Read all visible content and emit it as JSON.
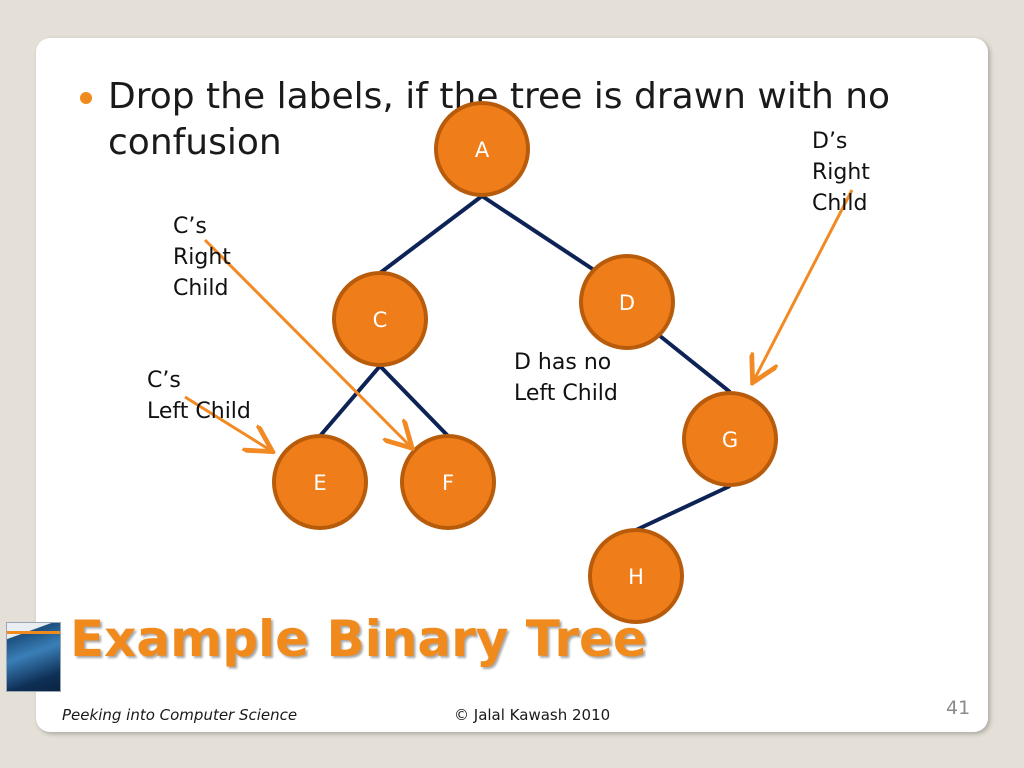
{
  "slide": {
    "bullet_text": "Drop the labels, if the tree is drawn with no confusion",
    "title": "Example Binary Tree",
    "footer_left": "Peeking into Computer Science",
    "footer_center": "© Jalal Kawash 2010",
    "page_number": "41"
  },
  "tree": {
    "nodes": [
      {
        "id": "A",
        "label": "A"
      },
      {
        "id": "C",
        "label": "C"
      },
      {
        "id": "D",
        "label": "D"
      },
      {
        "id": "E",
        "label": "E"
      },
      {
        "id": "F",
        "label": "F"
      },
      {
        "id": "G",
        "label": "G"
      },
      {
        "id": "H",
        "label": "H"
      }
    ],
    "edges": [
      {
        "from": "A",
        "to": "C"
      },
      {
        "from": "A",
        "to": "D"
      },
      {
        "from": "C",
        "to": "E"
      },
      {
        "from": "C",
        "to": "F"
      },
      {
        "from": "D",
        "to": "G"
      },
      {
        "from": "G",
        "to": "H"
      }
    ],
    "node_fill": "#ef7d1a",
    "node_stroke": "#b85c0c",
    "edge_color": "#0d2356"
  },
  "annotations": {
    "c_right": "C’s\nRight\nChild",
    "c_left": "C’s\nLeft Child",
    "d_right": "D’s\nRight\nChild",
    "d_no_left": "D has no\nLeft Child",
    "arrow_color": "#f28a24"
  }
}
